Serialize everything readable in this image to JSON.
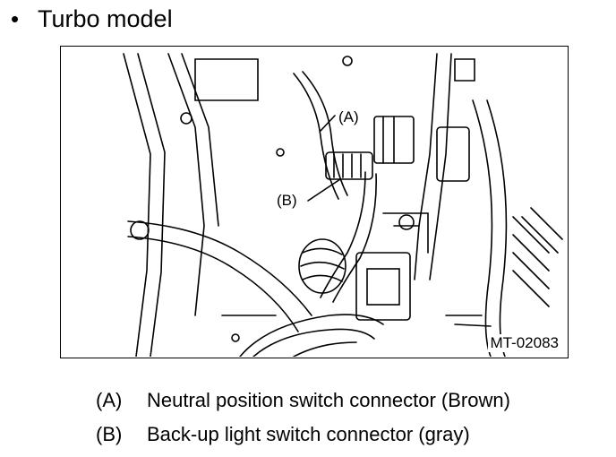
{
  "header": {
    "bullet": "•",
    "title": "Turbo model"
  },
  "figure": {
    "id_label": "MT-02083",
    "callouts": {
      "a": "(A)",
      "b": "(B)"
    }
  },
  "legend": [
    {
      "key": "(A)",
      "text": "Neutral position switch connector (Brown)"
    },
    {
      "key": "(B)",
      "text": "Back-up light switch connector (gray)"
    }
  ]
}
